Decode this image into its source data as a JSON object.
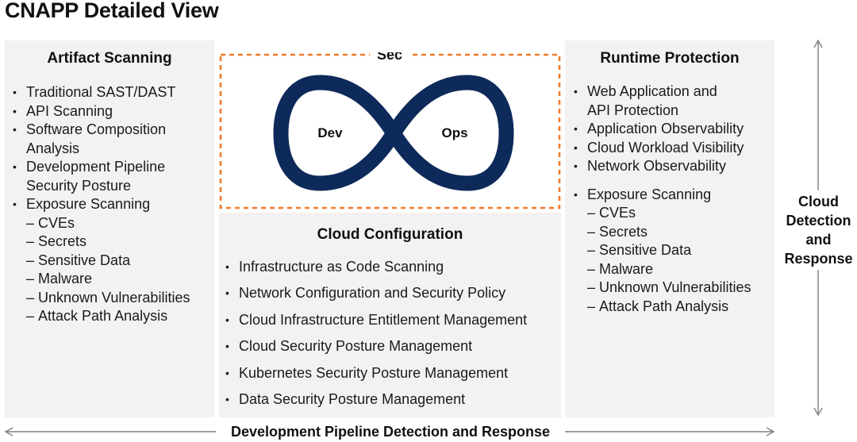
{
  "title": "CNAPP Detailed View",
  "diagram": {
    "sec_label": "Sec",
    "dev_label": "Dev",
    "ops_label": "Ops",
    "loop_color": "#0e2a5a",
    "dash_color": "#f07a2c",
    "panel_bg": "#f2f2f2",
    "arrow_color": "#808080"
  },
  "artifact_scanning": {
    "title": "Artifact Scanning",
    "items": [
      {
        "text": "Traditional SAST/DAST",
        "kind": "bullet"
      },
      {
        "text": "API Scanning",
        "kind": "bullet"
      },
      {
        "text": "Software Composition",
        "kind": "bullet"
      },
      {
        "text": "Analysis",
        "kind": "cont"
      },
      {
        "text": "Development Pipeline",
        "kind": "bullet"
      },
      {
        "text": "Security Posture",
        "kind": "cont"
      },
      {
        "text": "Exposure Scanning",
        "kind": "bullet"
      },
      {
        "text": "CVEs",
        "kind": "sub"
      },
      {
        "text": "Secrets",
        "kind": "sub"
      },
      {
        "text": "Sensitive Data",
        "kind": "sub"
      },
      {
        "text": "Malware",
        "kind": "sub"
      },
      {
        "text": "Unknown Vulnerabilities",
        "kind": "sub"
      },
      {
        "text": "Attack Path Analysis",
        "kind": "sub"
      }
    ]
  },
  "runtime_protection": {
    "title": "Runtime Protection",
    "items": [
      {
        "text": "Web Application and",
        "kind": "bullet"
      },
      {
        "text": "API Protection",
        "kind": "cont"
      },
      {
        "text": "Application Observability",
        "kind": "bullet"
      },
      {
        "text": "Cloud Workload Visibility",
        "kind": "bullet"
      },
      {
        "text": "Network Observability",
        "kind": "bullet"
      },
      {
        "text": "",
        "kind": "gap"
      },
      {
        "text": "Exposure Scanning",
        "kind": "bullet"
      },
      {
        "text": "CVEs",
        "kind": "sub"
      },
      {
        "text": "Secrets",
        "kind": "sub"
      },
      {
        "text": "Sensitive Data",
        "kind": "sub"
      },
      {
        "text": "Malware",
        "kind": "sub"
      },
      {
        "text": "Unknown Vulnerabilities",
        "kind": "sub"
      },
      {
        "text": "Attack Path Analysis",
        "kind": "sub"
      }
    ]
  },
  "cloud_configuration": {
    "title": "Cloud Configuration",
    "items": [
      {
        "text": "Infrastructure as Code Scanning",
        "kind": "bullet"
      },
      {
        "text": "Network Configuration and Security Policy",
        "kind": "bullet"
      },
      {
        "text": "Cloud Infrastructure Entitlement Management",
        "kind": "bullet"
      },
      {
        "text": "Cloud Security Posture Management",
        "kind": "bullet"
      },
      {
        "text": "Kubernetes Security Posture Management",
        "kind": "bullet"
      },
      {
        "text": "Data Security Posture Management",
        "kind": "bullet"
      }
    ]
  },
  "cloud_detection_label": [
    "Cloud",
    "Detection",
    "and",
    "Response"
  ],
  "pipeline_label": "Development Pipeline Detection and Response"
}
